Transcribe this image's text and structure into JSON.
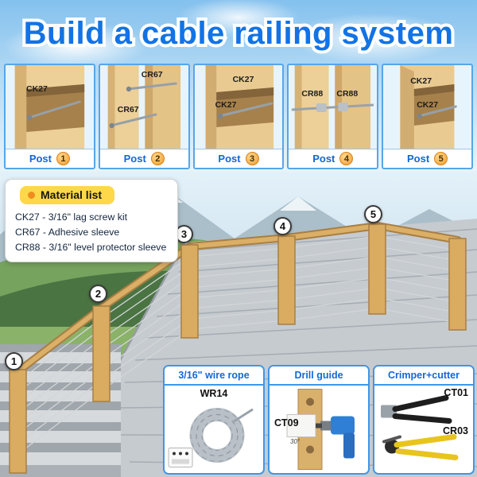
{
  "title": "Build a cable railing system",
  "panels": [
    {
      "post_label": "Post",
      "number": "1",
      "labels": [
        "CK27"
      ]
    },
    {
      "post_label": "Post",
      "number": "2",
      "labels": [
        "CR67",
        "CR67"
      ]
    },
    {
      "post_label": "Post",
      "number": "3",
      "labels": [
        "CK27",
        "CK27"
      ]
    },
    {
      "post_label": "Post",
      "number": "4",
      "labels": [
        "CR88",
        "CR88"
      ]
    },
    {
      "post_label": "Post",
      "number": "5",
      "labels": [
        "CK27",
        "CK27"
      ]
    }
  ],
  "material_list": {
    "header": "Material list",
    "items": [
      "CK27 - 3/16\" lag screw kit",
      "CR67 - Adhesive sleeve",
      "CR88 - 3/16\" level protector sleeve"
    ]
  },
  "scene": {
    "markers": [
      "1",
      "2",
      "3",
      "4",
      "5"
    ]
  },
  "cards": [
    {
      "header": "3/16\" wire rope",
      "code": "WR14"
    },
    {
      "header": "Drill guide",
      "code": "CT09",
      "angle": "30°"
    },
    {
      "header": "Crimper+cutter",
      "code_top": "CT01",
      "code_bottom": "CR03"
    }
  ],
  "colors": {
    "accent_blue": "#1273e6",
    "panel_border": "#57a6e8",
    "badge_orange": "#f49c2a",
    "material_header_bg": "#ffd84a",
    "wood": "#d9ac62"
  }
}
